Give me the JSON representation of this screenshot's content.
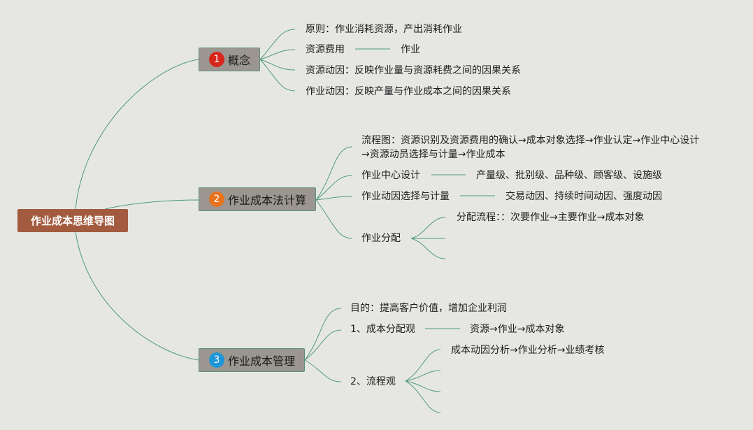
{
  "root": {
    "title": "作业成本思维导图"
  },
  "branches": [
    {
      "number": "1",
      "label": "概念",
      "badge_color": "#d7261c",
      "items": {
        "principle": "原则：作业消耗资源，产出消耗作业",
        "resource_cost": "资源费用",
        "activity": "作业",
        "resource_driver": "资源动因：反映作业量与资源耗费之间的因果关系",
        "activity_driver": "作业动因：反映产量与作业成本之间的因果关系"
      }
    },
    {
      "number": "2",
      "label": "作业成本法计算",
      "badge_color": "#e8731f",
      "items": {
        "flow_line1": "流程图：资源识别及资源费用的确认→成本对象选择→作业认定→作业中心设计",
        "flow_line2": "→资源动员选择与计量→作业成本",
        "center_design": "作业中心设计",
        "center_levels": "产量级、批别级、品种级、顾客级、设施级",
        "driver_select": "作业动因选择与计量",
        "driver_types": "交易动因、持续时间动因、强度动因",
        "allocation": "作业分配",
        "allocation_flow": "分配流程：：次要作业→主要作业→成本对象"
      }
    },
    {
      "number": "3",
      "label": "作业成本管理",
      "badge_color": "#1f96d6",
      "items": {
        "goal": "目的：提高客户价值，增加企业利润",
        "allocation_view": "1、成本分配观",
        "allocation_chain": "资源→作业→成本对象",
        "process_view": "2、流程观",
        "process_chain": "成本动因分析→作业分析→业绩考核"
      }
    }
  ]
}
